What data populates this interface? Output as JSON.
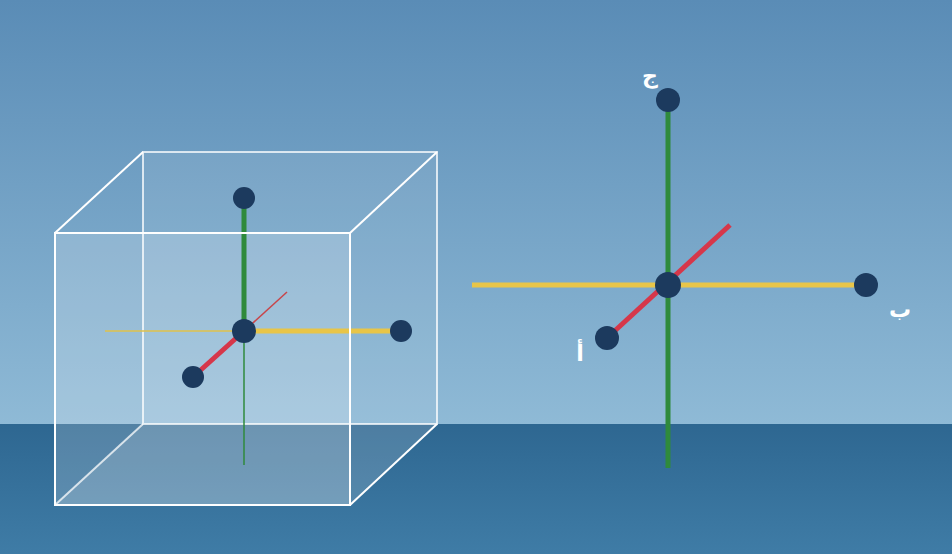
{
  "diagram": {
    "labels": [
      "ج",
      "ب",
      "أ"
    ]
  }
}
